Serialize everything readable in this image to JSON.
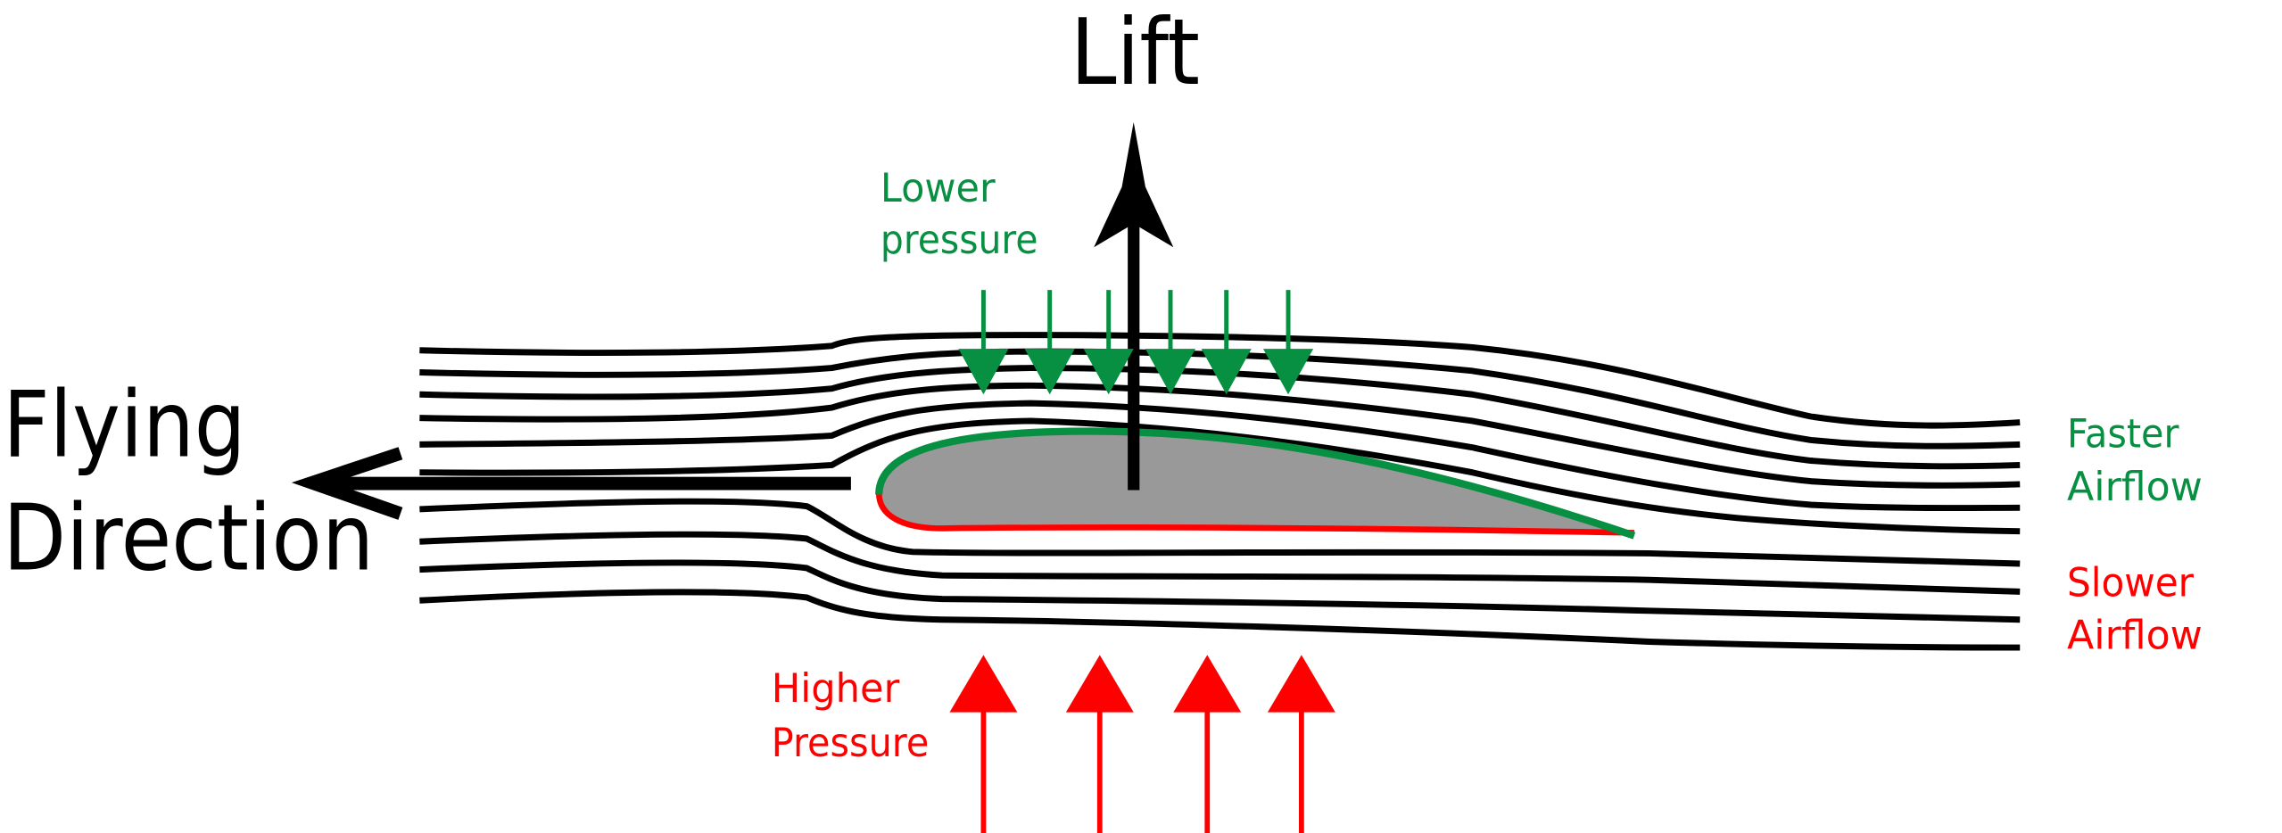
{
  "labels": {
    "lift": "Lift",
    "flying_line1": "Flying",
    "flying_line2": "Direction",
    "lower_line1": "Lower",
    "lower_line2": "pressure",
    "higher_line1": "Higher",
    "higher_line2": "Pressure",
    "faster_line1": "Faster",
    "faster_line2": "Airflow",
    "slower_line1": "Slower",
    "slower_line2": "Airflow"
  },
  "colors": {
    "low_pressure": "#078f42",
    "high_pressure": "#ff0000",
    "airfoil_fill": "#999999",
    "streamline": "#000000"
  },
  "counts": {
    "streamlines_above": 6,
    "streamlines_below": 4,
    "low_pressure_arrows": 6,
    "high_pressure_arrows": 4
  }
}
